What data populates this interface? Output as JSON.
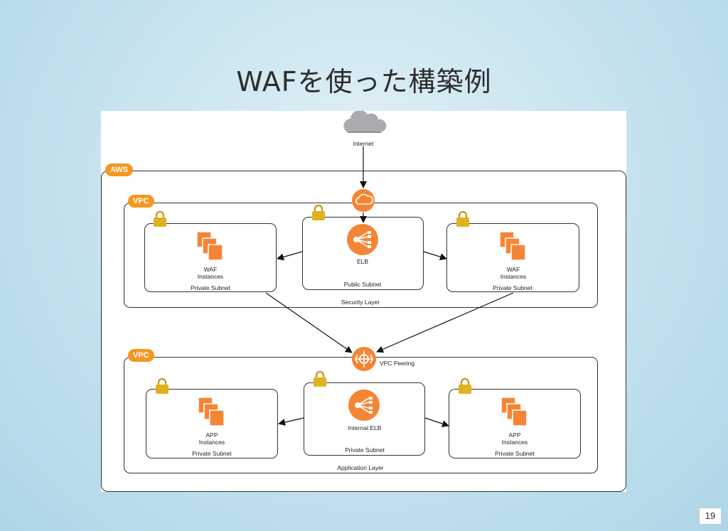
{
  "slide": {
    "title": "WAFを使った構築例",
    "page_number": "19"
  },
  "diagram": {
    "internet_label": "Internet",
    "aws_tag": "AWS",
    "vpc_tag": "VPC",
    "security_layer": {
      "label": "Security Layer",
      "left_subnet": {
        "instances": "WAF\nInstances",
        "label": "Private Subnet"
      },
      "center_subnet": {
        "service": "ELB",
        "label": "Public Subnet"
      },
      "right_subnet": {
        "instances": "WAF\nInstances",
        "label": "Private Subnet"
      }
    },
    "vpc_peering_label": "VPC Peering",
    "application_layer": {
      "label": "Application Layer",
      "left_subnet": {
        "instances": "APP\nInstances",
        "label": "Private Subnet"
      },
      "center_subnet": {
        "service": "Internal ELB",
        "label": "Private Subnet"
      },
      "right_subnet": {
        "instances": "APP\nInstances",
        "label": "Private Subnet"
      }
    },
    "colors": {
      "aws_orange": "#f4981f",
      "icon_orange": "#f58534",
      "lock_yellow": "#e3b11d"
    }
  }
}
